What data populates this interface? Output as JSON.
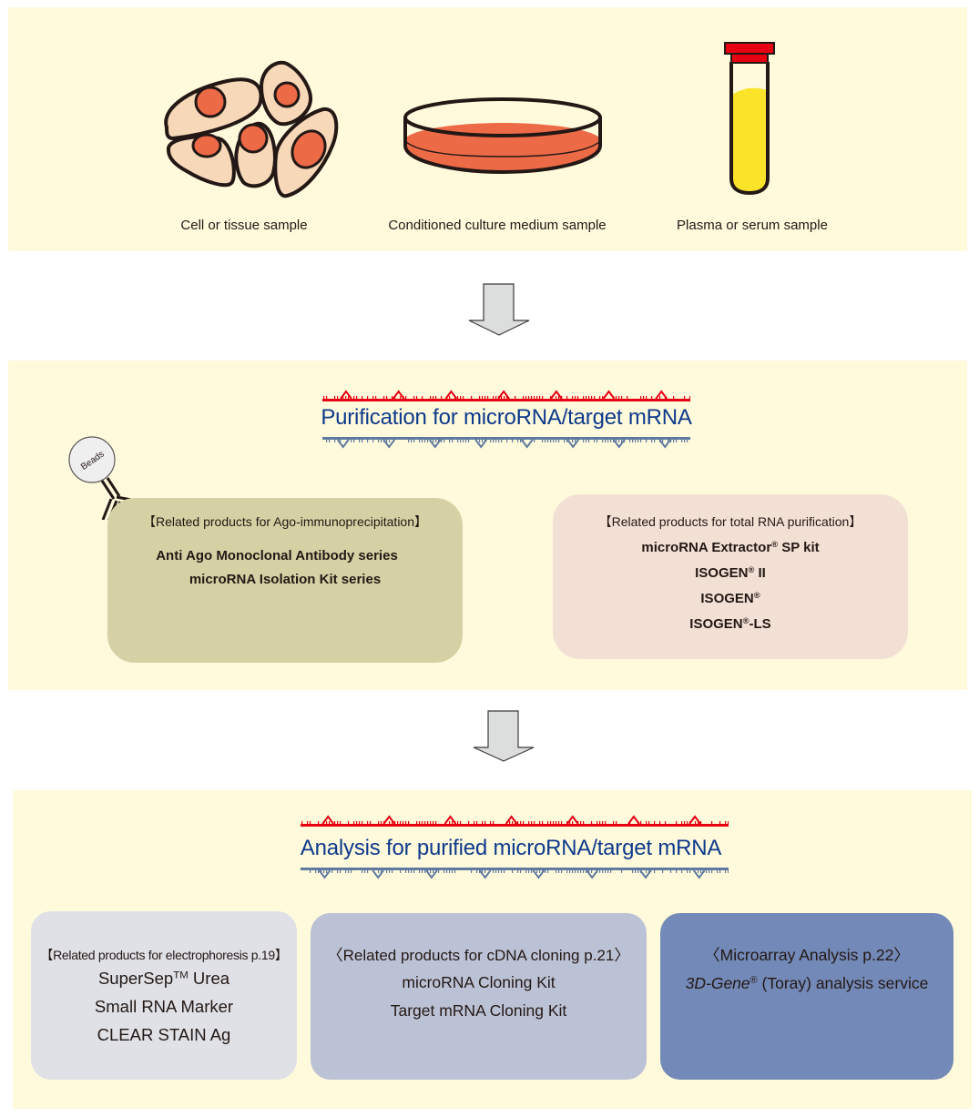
{
  "samples": {
    "items": [
      {
        "label": "Cell or tissue sample",
        "icon": "cells-icon"
      },
      {
        "label": "Conditioned culture medium sample",
        "icon": "petri-dish-icon"
      },
      {
        "label": "Plasma or serum sample",
        "icon": "test-tube-icon"
      }
    ]
  },
  "purification": {
    "title": "Purification for microRNA/target mRNA",
    "beads_label": "Beads",
    "ago_box": {
      "header": "【Related products for Ago-immunoprecipitation】",
      "products": [
        "Anti Ago Monoclonal Antibody series",
        "microRNA Isolation Kit series"
      ]
    },
    "total_box": {
      "header": "【Related products for total RNA purification】",
      "products": [
        {
          "pre": "microRNA Extractor",
          "sup": "®",
          "post": " SP kit"
        },
        {
          "pre": "ISOGEN",
          "sup": "®",
          "post": " II"
        },
        {
          "pre": "ISOGEN",
          "sup": "®",
          "post": ""
        },
        {
          "pre": "ISOGEN",
          "sup": "®",
          "post": "-LS"
        }
      ]
    }
  },
  "analysis": {
    "title": "Analysis for purified microRNA/target mRNA",
    "electro_box": {
      "header": "【Related products for electrophoresis p.19】",
      "products": [
        {
          "pre": "SuperSep",
          "sup": "TM",
          "post": " Urea"
        },
        {
          "pre": "Small RNA Marker",
          "sup": "",
          "post": ""
        },
        {
          "pre": "CLEAR STAIN Ag",
          "sup": "",
          "post": ""
        }
      ]
    },
    "cdna_box": {
      "header": "〈Related products for cDNA cloning p.21〉",
      "products": [
        "microRNA Cloning Kit",
        "Target mRNA Cloning Kit"
      ]
    },
    "micro_box": {
      "header": "〈Microarray Analysis p.22〉",
      "product_italic": "3D-Gene",
      "product_sup": "®",
      "product_rest": " (Toray) analysis service"
    }
  },
  "colors": {
    "panel_bg": "#fffadc",
    "heading_blue": "#0d3a8c",
    "rna_red": "#e60012",
    "rna_blue": "#5f7aa0",
    "cell_fill": "#f7d9b9",
    "nucleus": "#ed6a47",
    "serum_yellow": "#fbe32a"
  }
}
